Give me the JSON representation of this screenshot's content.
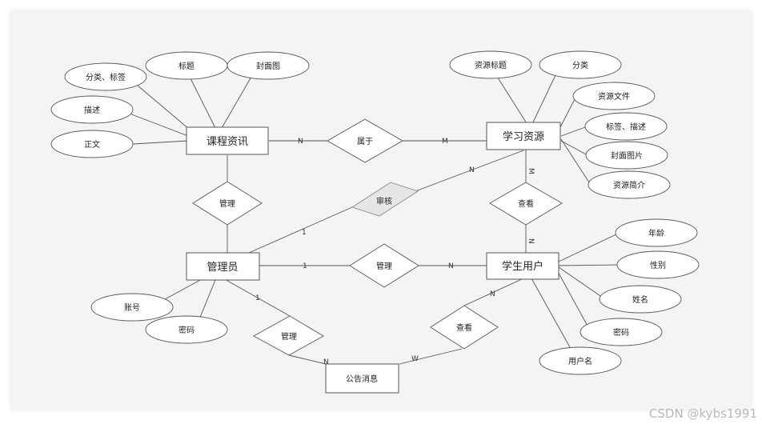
{
  "entities": {
    "course_info": "课程资讯",
    "learning_resource": "学习资源",
    "admin": "管理员",
    "student_user": "学生用户",
    "announcement": "公告消息"
  },
  "relationships": {
    "belongs_to": "属于",
    "manage_course": "管理",
    "review": "审核",
    "view_resource": "查看",
    "manage_student": "管理",
    "manage_announcement": "管理",
    "view_announcement": "查看"
  },
  "attributes": {
    "category_tag": "分类、标签",
    "title": "标题",
    "cover_image": "封面图",
    "description": "描述",
    "body_text": "正文",
    "resource_title": "资源标题",
    "resource_category": "分类",
    "resource_file": "资源文件",
    "resource_tag_desc": "标签、描述",
    "resource_cover": "封面图片",
    "resource_intro": "资源简介",
    "account": "账号",
    "admin_password": "密码",
    "age": "年龄",
    "gender": "性别",
    "name": "姓名",
    "student_password": "密码",
    "username": "用户名"
  },
  "cardinalities": {
    "n1": "N",
    "m1": "M",
    "n2": "N",
    "one1": "1",
    "m2": "M",
    "n3": "N",
    "one2": "1",
    "n4": "N",
    "one3": "1",
    "n5": "N",
    "w1": "W",
    "n6": "N"
  },
  "watermark": "CSDN @kybs1991"
}
